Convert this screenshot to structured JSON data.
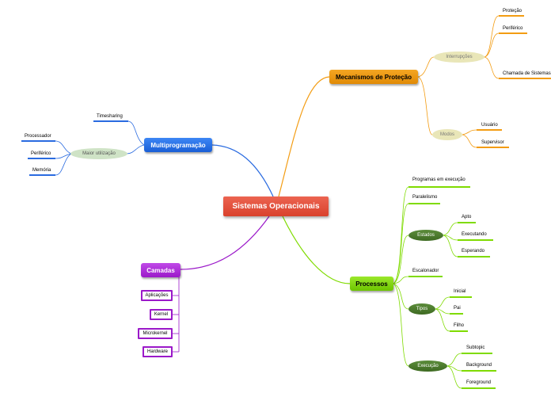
{
  "root": {
    "label": "Sistemas Operacionais"
  },
  "branches": {
    "multiprogramacao": {
      "label": "Multiprogramação",
      "timesharing": "Timesharing",
      "maior_utilizacao": {
        "label": "Maior utilização",
        "children": [
          "Processador",
          "Periférico",
          "Memória"
        ]
      }
    },
    "mecanismos": {
      "label": "Mecanismos de Proteção",
      "interrupcoes": {
        "label": "Interrupções",
        "children": [
          "Proteção",
          "Periférico",
          "Chamada de Sistemas"
        ]
      },
      "modos": {
        "label": "Modos",
        "children": [
          "Usuário",
          "Supervisor"
        ]
      }
    },
    "camadas": {
      "label": "Camadas",
      "children": [
        "Aplicações",
        "Kernel",
        "Microkernel",
        "Hardware"
      ]
    },
    "processos": {
      "label": "Processos",
      "programas": "Programas em execução",
      "paralelismo": "Paralelismo",
      "estados": {
        "label": "Estados",
        "children": [
          "Apto",
          "Executando",
          "Esperando"
        ]
      },
      "escalonador": "Escalonador",
      "tipos": {
        "label": "Tipos",
        "children": [
          "Inicial",
          "Pai",
          "Filho"
        ]
      },
      "execucao": {
        "label": "Execução",
        "children": [
          "Subtopic",
          "Background",
          "Foreground"
        ]
      }
    }
  },
  "colors": {
    "root": "#e24a36",
    "multiprogramacao": "#2a6be0",
    "mecanismos": "#f39c12",
    "camadas": "#9b19c9",
    "processos": "#7fdb00",
    "ellipse_orange": "#e9e6b8",
    "ellipse_blue": "#cde3c8",
    "ellipse_green": "#4a7a2c"
  }
}
